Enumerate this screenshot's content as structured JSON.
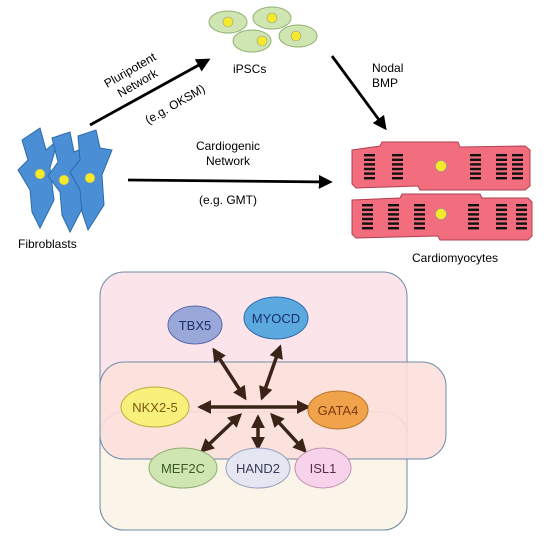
{
  "colors": {
    "fibroblast": "#4a8fd6",
    "nucleus": "#f2ea2a",
    "ipsc_fill": "#cfe6b3",
    "ipsc_stroke": "#8fb070",
    "cardio_fill": "#f26d7d",
    "cardio_stroke": "#b04050",
    "box_outer": "#fbe4ea",
    "box_middle": "#fce0dc",
    "box_inner": "#fbf4e8",
    "tbx5": "#9aa7d9",
    "myocd": "#5ca9e0",
    "nkx25": "#f7f07a",
    "gata4": "#f0a34a",
    "mef2c": "#cfe6b3",
    "hand2": "#e4e6f2",
    "isl1": "#f6d3ea"
  },
  "top": {
    "fibroblasts_label": "Fibroblasts",
    "ipscs_label": "iPSCs",
    "cardiomyocytes_label": "Cardiomyocytes",
    "pluripotent_line1": "Pluripotent",
    "pluripotent_line2": "Network",
    "pluripotent_example": "(e.g. OKSM)",
    "nodal_label": "Nodal",
    "bmp_label": "BMP",
    "cardiogenic_line1": "Cardiogenic",
    "cardiogenic_line2": "Network",
    "cardiogenic_example": "(e.g. GMT)"
  },
  "network": {
    "tbx5": "TBX5",
    "myocd": "MYOCD",
    "nkx25": "NKX2-5",
    "gata4": "GATA4",
    "mef2c": "MEF2C",
    "hand2": "HAND2",
    "isl1": "ISL1"
  }
}
